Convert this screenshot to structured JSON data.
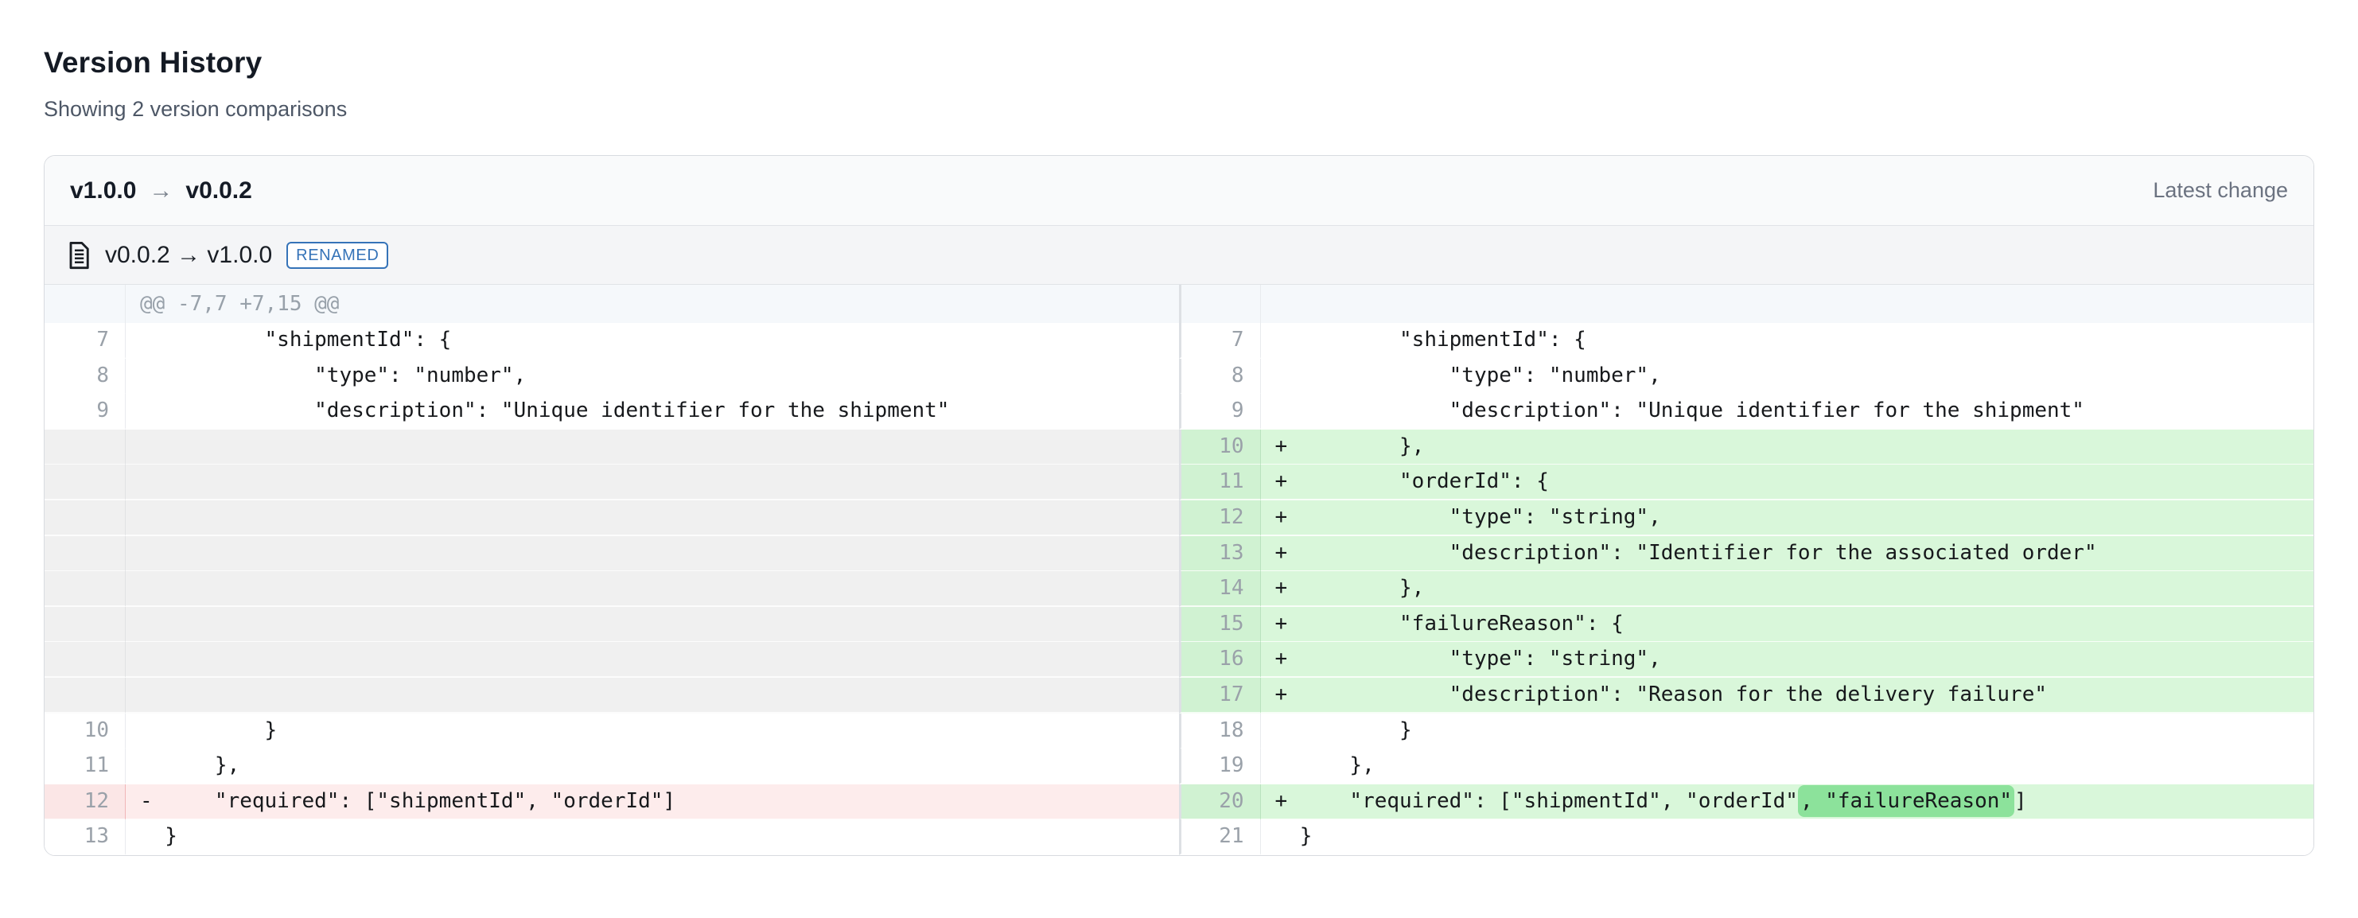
{
  "page": {
    "title": "Version History",
    "subtitle": "Showing 2 version comparisons"
  },
  "comparison": {
    "from_version": "v1.0.0",
    "arrow": "→",
    "to_version": "v0.0.2",
    "meta_label": "Latest change",
    "file": {
      "rename_from": "v0.0.2",
      "rename_arrow": "→",
      "rename_to": "v1.0.0",
      "badge": "RENAMED",
      "icon": "file-text-icon"
    },
    "hunk_header": "@@ -7,7 +7,15 @@"
  },
  "diff": {
    "rows": [
      {
        "left": {
          "type": "context",
          "num": "7",
          "code": "        \"shipmentId\": {"
        },
        "right": {
          "type": "context",
          "num": "7",
          "code": "        \"shipmentId\": {"
        }
      },
      {
        "left": {
          "type": "context",
          "num": "8",
          "code": "            \"type\": \"number\","
        },
        "right": {
          "type": "context",
          "num": "8",
          "code": "            \"type\": \"number\","
        }
      },
      {
        "left": {
          "type": "context",
          "num": "9",
          "code": "            \"description\": \"Unique identifier for the shipment\""
        },
        "right": {
          "type": "context",
          "num": "9",
          "code": "            \"description\": \"Unique identifier for the shipment\""
        }
      },
      {
        "left": {
          "type": "empty"
        },
        "right": {
          "type": "added",
          "num": "10",
          "code": "        },"
        }
      },
      {
        "left": {
          "type": "empty"
        },
        "right": {
          "type": "added",
          "num": "11",
          "code": "        \"orderId\": {"
        }
      },
      {
        "left": {
          "type": "empty"
        },
        "right": {
          "type": "added",
          "num": "12",
          "code": "            \"type\": \"string\","
        }
      },
      {
        "left": {
          "type": "empty"
        },
        "right": {
          "type": "added",
          "num": "13",
          "code": "            \"description\": \"Identifier for the associated order\""
        }
      },
      {
        "left": {
          "type": "empty"
        },
        "right": {
          "type": "added",
          "num": "14",
          "code": "        },"
        }
      },
      {
        "left": {
          "type": "empty"
        },
        "right": {
          "type": "added",
          "num": "15",
          "code": "        \"failureReason\": {"
        }
      },
      {
        "left": {
          "type": "empty"
        },
        "right": {
          "type": "added",
          "num": "16",
          "code": "            \"type\": \"string\","
        }
      },
      {
        "left": {
          "type": "empty"
        },
        "right": {
          "type": "added",
          "num": "17",
          "code": "            \"description\": \"Reason for the delivery failure\""
        }
      },
      {
        "left": {
          "type": "context",
          "num": "10",
          "code": "        }"
        },
        "right": {
          "type": "context",
          "num": "18",
          "code": "        }"
        }
      },
      {
        "left": {
          "type": "context",
          "num": "11",
          "code": "    },"
        },
        "right": {
          "type": "context",
          "num": "19",
          "code": "    },"
        }
      },
      {
        "left": {
          "type": "removed",
          "num": "12",
          "code": "    \"required\": [\"shipmentId\", \"orderId\"]"
        },
        "right": {
          "type": "added",
          "num": "20",
          "segments": [
            {
              "text": "    \"required\": [\"shipmentId\", \"orderId\""
            },
            {
              "text": ", \"failureReason\"",
              "hl": true
            },
            {
              "text": "]"
            }
          ]
        }
      },
      {
        "left": {
          "type": "context",
          "num": "13",
          "code": "}"
        },
        "right": {
          "type": "context",
          "num": "21",
          "code": "}"
        }
      }
    ]
  },
  "colors": {
    "badge-blue": "#3573b8",
    "added-bg": "#d9f7da",
    "added-gutter-bg": "#d0f2d2",
    "added-border": "#bae3bf",
    "word-highlight": "#8ce29b",
    "removed-bg": "#fdecec",
    "removed-gutter-bg": "#fbe6e6",
    "removed-border": "#f0b6b8",
    "empty-bg": "#f0f0f0",
    "empty-border": "#e1e2e4",
    "hunk-bg": "#f5f8fb",
    "hunk-text": "#98a1aa",
    "card-border": "#d8dbe0",
    "card-header-bg": "#f9fafb",
    "file-header-bg": "#f4f5f7",
    "header-border": "#e0e3e7",
    "divider": "#dde0e4",
    "gutter-border": "#e9ebee",
    "num-color": "#9aa1a9",
    "code-text": "#17191c"
  }
}
